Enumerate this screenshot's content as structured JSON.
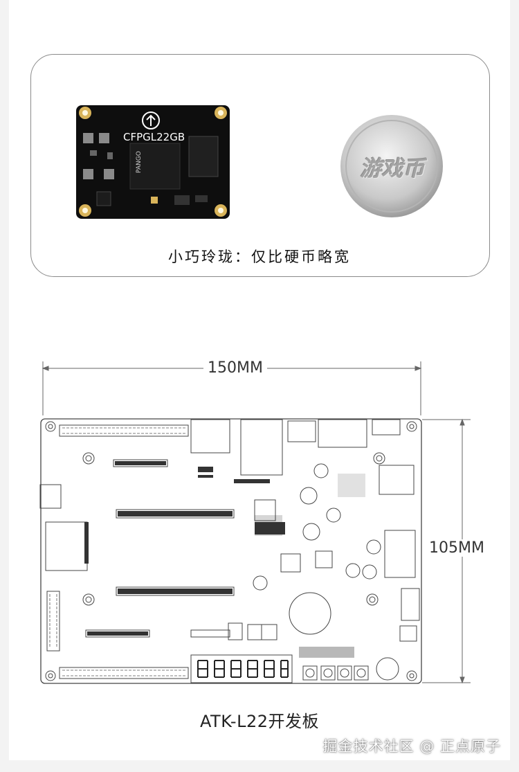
{
  "top_card": {
    "module_label": "CFPGL22GB",
    "chip_brand": "PANGO",
    "coin_text": "游戏币",
    "caption": "小巧玲珑：仅比硬币略宽"
  },
  "board_diagram": {
    "width_label": "150MM",
    "height_label": "105MM",
    "caption": "ATK-L22开发板",
    "display_digits": "888888"
  },
  "watermark": "掘金技术社区 @ 正点原子",
  "colors": {
    "pcb": "#111111",
    "gold": "#d9b45a",
    "coin": "#c9c9c9",
    "line": "#555555"
  }
}
